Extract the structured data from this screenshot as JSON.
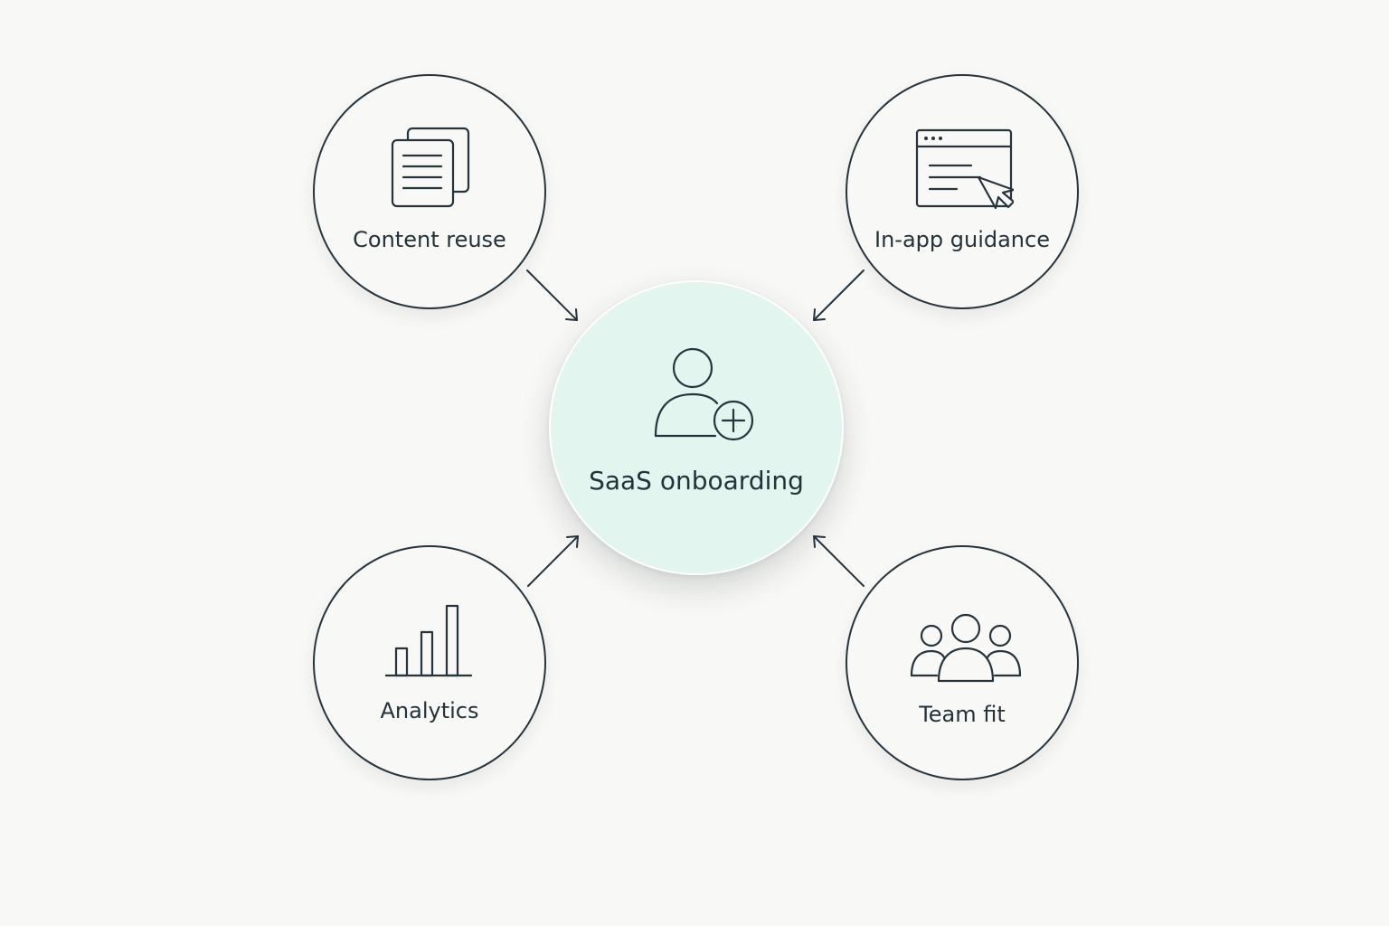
{
  "diagram": {
    "center": {
      "label": "SaaS onboarding",
      "icon": "user-add-icon"
    },
    "nodes": [
      {
        "id": "content-reuse",
        "label": "Content reuse",
        "icon": "documents-icon"
      },
      {
        "id": "in-app-guidance",
        "label": "In-app guidance",
        "icon": "browser-cursor-icon"
      },
      {
        "id": "analytics",
        "label": "Analytics",
        "icon": "bar-chart-icon"
      },
      {
        "id": "team-fit",
        "label": "Team fit",
        "icon": "team-icon"
      }
    ],
    "colors": {
      "background": "#f8f8f6",
      "stroke": "#26343d",
      "center_fill": "#e3f5ef"
    }
  }
}
